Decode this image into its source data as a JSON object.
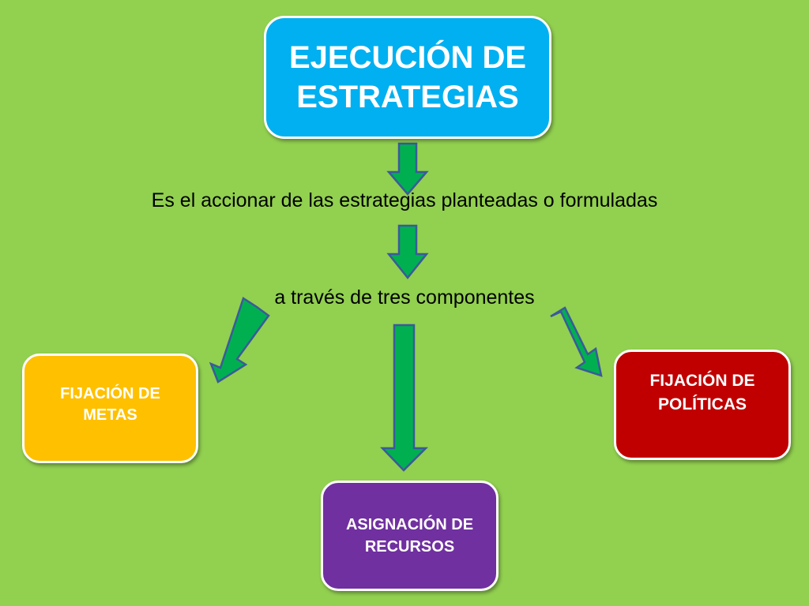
{
  "diagram": {
    "main": {
      "title": "EJECUCIÓN DE\nESTRATEGIAS"
    },
    "description": "Es el accionar de las estrategias planteadas o formuladas",
    "connector": "a través de tres componentes",
    "components": {
      "goals": "FIJACIÓN DE\nMETAS",
      "resources": "ASIGNACIÓN DE\nRECURSOS",
      "policies": "FIJACIÓN DE\nPOLÍTICAS"
    }
  },
  "colors": {
    "background": "#92d050",
    "main": "#00b0f0",
    "goals": "#ffc000",
    "resources": "#7030a0",
    "policies": "#c00000",
    "arrow_fill": "#00b050",
    "arrow_stroke": "#3b5a9a"
  }
}
